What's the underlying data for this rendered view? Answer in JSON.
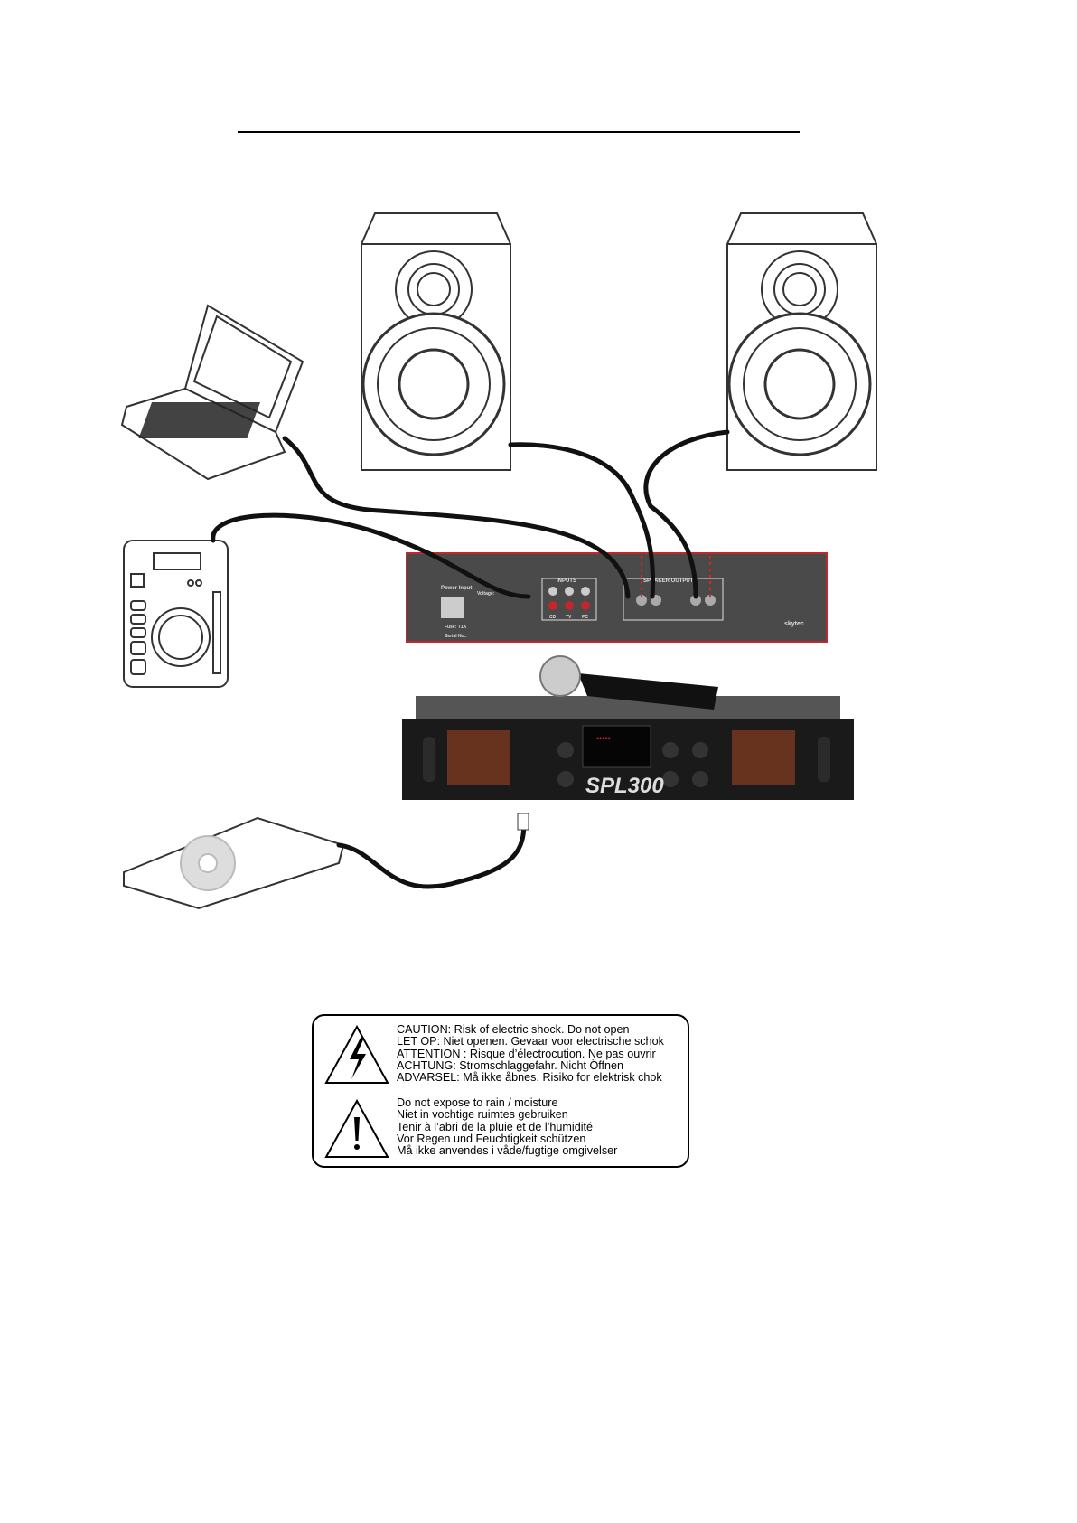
{
  "diagram": {
    "back_panel": {
      "power_label": "Power Input",
      "voltage_label": "Voltage:",
      "fuse_label": "Fuse: T1A",
      "serial_label": "Serial No.:",
      "inputs_label": "INPUTS",
      "input_names": [
        "CD",
        "TV",
        "PC"
      ],
      "speaker_output_label": "SPEAKER OUTPUT",
      "brand": "skytec"
    },
    "amplifier": {
      "model": "SPL300"
    }
  },
  "caution_box": {
    "electric_warning": [
      "CAUTION: Risk of electric shock. Do not open",
      "LET OP: Niet openen. Gevaar voor electrische schok",
      "ATTENTION : Risque d’électrocution. Ne pas ouvrir",
      "ACHTUNG: Stromschlaggefahr. Nicht Öffnen",
      "ADVARSEL: Må ikke åbnes. Risiko for elektrisk chok"
    ],
    "moisture_warning": [
      "Do not expose to rain / moisture",
      "Niet in vochtige ruimtes gebruiken",
      "Tenir à l’abri de la pluie et de l’humidité",
      "Vor Regen und Feuchtigkeit schützen",
      "Må ikke anvendes i våde/fugtige omgivelser"
    ]
  }
}
